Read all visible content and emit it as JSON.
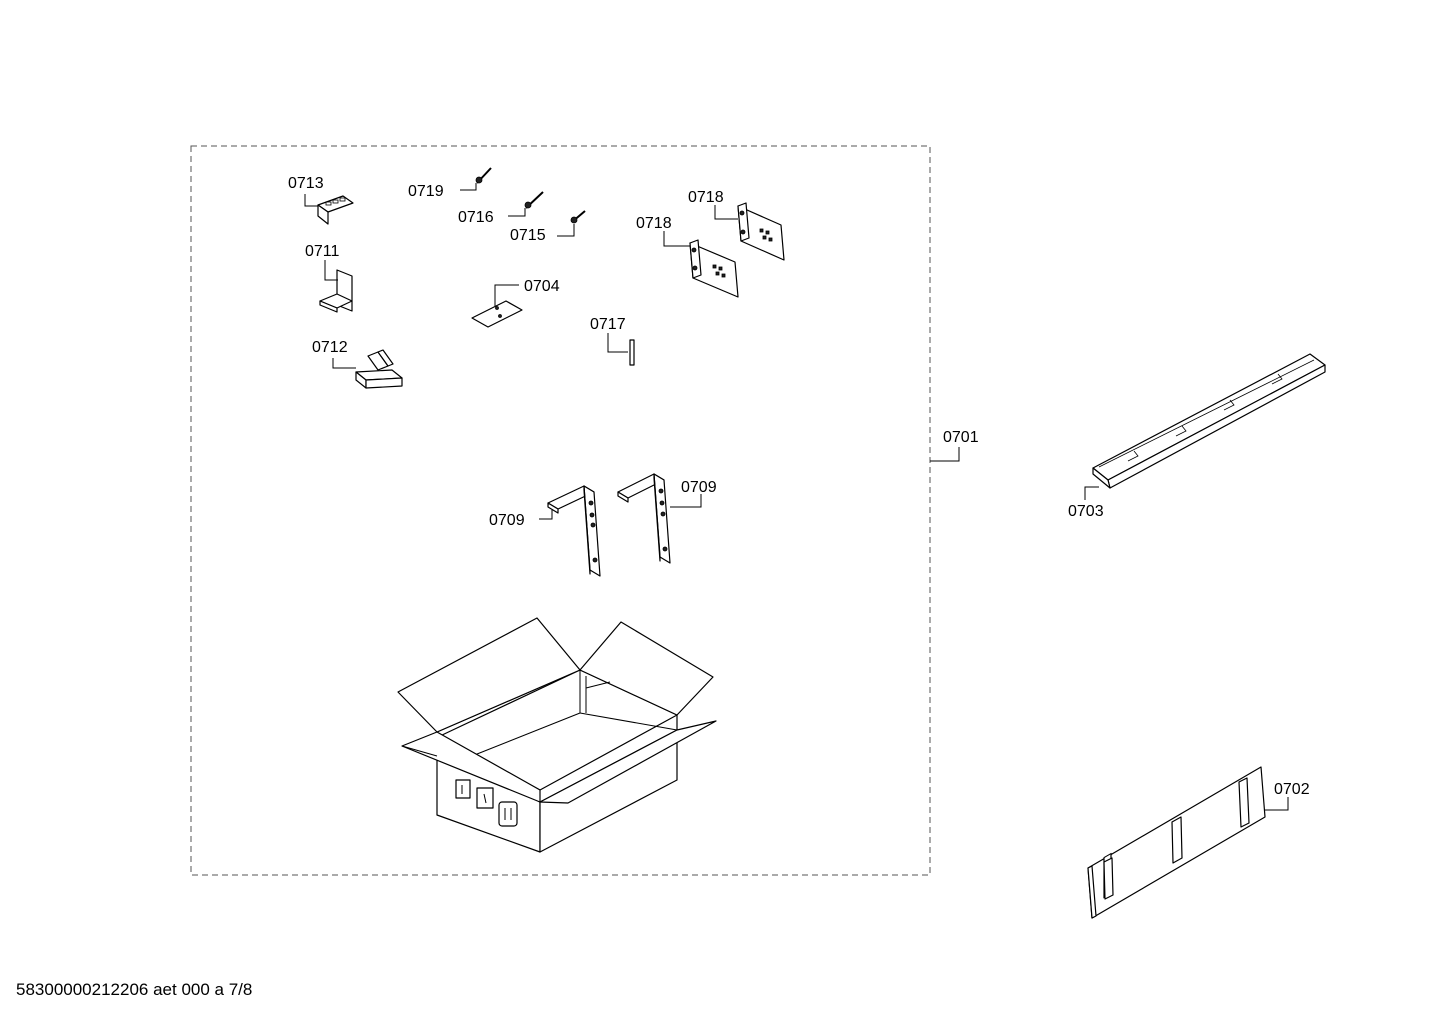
{
  "labels": {
    "p0701": "0701",
    "p0702": "0702",
    "p0703": "0703",
    "p0704": "0704",
    "p0709a": "0709",
    "p0709b": "0709",
    "p0711": "0711",
    "p0712": "0712",
    "p0713": "0713",
    "p0715": "0715",
    "p0716": "0716",
    "p0717": "0717",
    "p0718a": "0718",
    "p0718b": "0718",
    "p0719": "0719"
  },
  "footer": "58300000212206 aet 000 a 7/8"
}
